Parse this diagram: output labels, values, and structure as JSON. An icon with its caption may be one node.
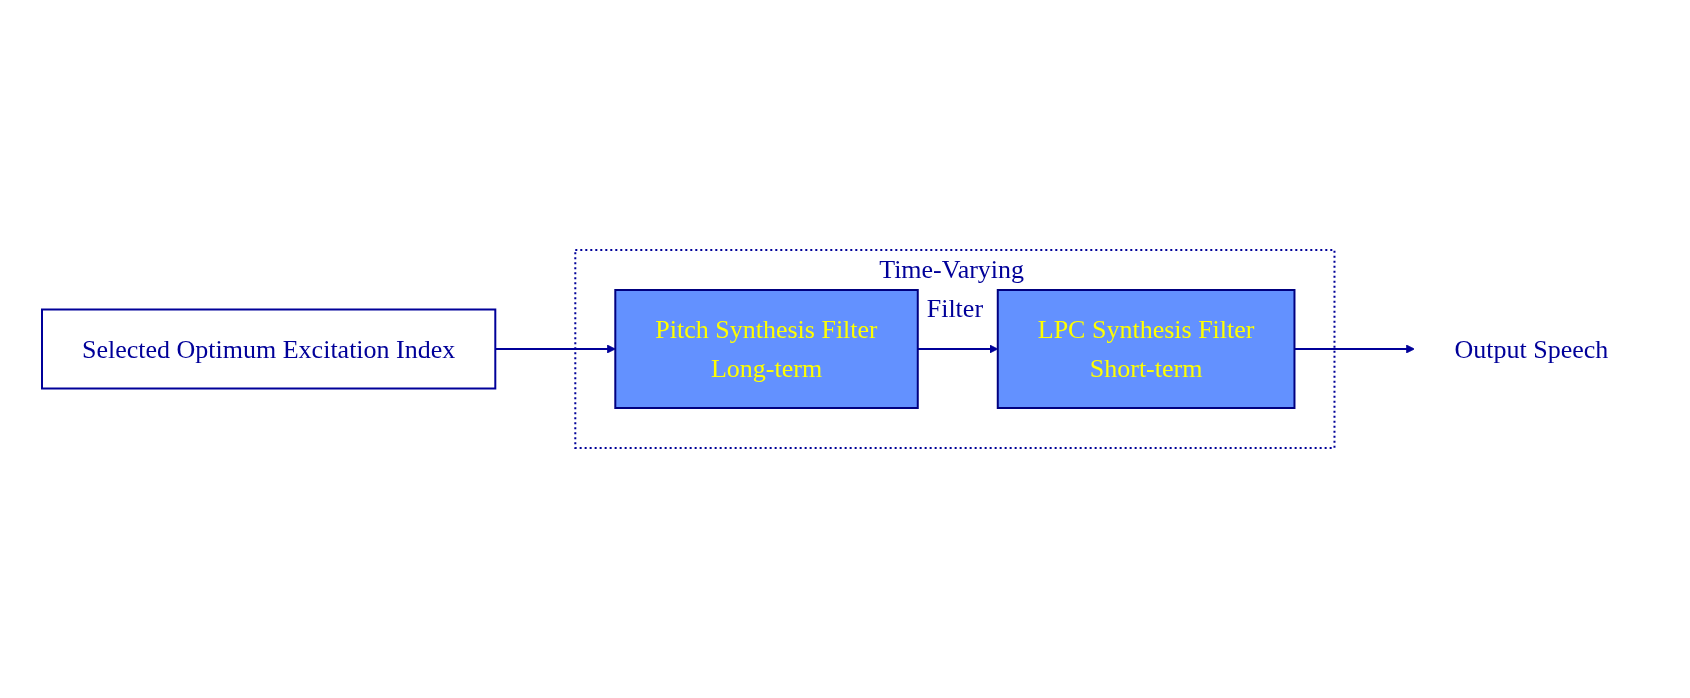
{
  "diagram": {
    "nodes": [
      {
        "text": [
          "Selected Optimum Excitation Index"
        ]
      },
      {
        "text": [
          "Time-Varying Filter"
        ]
      },
      {
        "text": [
          "Pitch Synthesis Filter",
          "Long-term"
        ],
        "in": 1
      },
      {
        "text": [
          "LPC Synthesis Filter",
          "Short-term"
        ],
        "in": 1
      },
      {
        "text": [
          "Output Speech"
        ]
      }
    ],
    "edges": [
      {
        "from": 0,
        "to": 2,
        "arrow": "to"
      },
      {
        "from": 2,
        "to": 3,
        "arrow": "to"
      },
      {
        "from": 3,
        "to": 4,
        "arrow": "to"
      }
    ]
  }
}
